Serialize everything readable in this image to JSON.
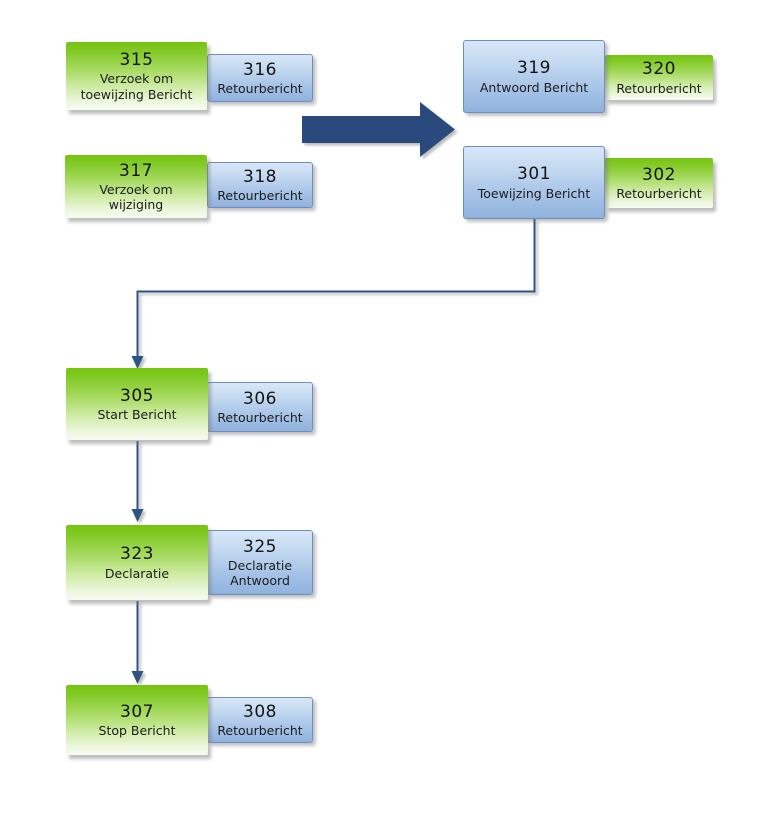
{
  "palette": {
    "green_top": "#75C40F",
    "green_bottom": "#F6FBF0",
    "blue_top": "#D9E7F7",
    "blue_bottom": "#8FB2DD",
    "blue_border": "#6D8EBF",
    "navy_arrow": "#2B4A7C",
    "connector_line": "#2F5285",
    "text_dark": "#141414"
  },
  "boxes": {
    "b315": {
      "number": "315",
      "line1": "Verzoek om",
      "line2": "toewijzing Bericht"
    },
    "b316": {
      "number": "316",
      "line1": "Retourbericht"
    },
    "b317": {
      "number": "317",
      "line1": "Verzoek om",
      "line2": "wijziging"
    },
    "b318": {
      "number": "318",
      "line1": "Retourbericht"
    },
    "b319": {
      "number": "319",
      "line1": "Antwoord Bericht"
    },
    "b320": {
      "number": "320",
      "line1": "Retourbericht"
    },
    "b301": {
      "number": "301",
      "line1": "Toewijzing Bericht"
    },
    "b302": {
      "number": "302",
      "line1": "Retourbericht"
    },
    "b305": {
      "number": "305",
      "line1": "Start Bericht"
    },
    "b306": {
      "number": "306",
      "line1": "Retourbericht"
    },
    "b323": {
      "number": "323",
      "line1": "Declaratie"
    },
    "b325": {
      "number": "325",
      "line1": "Declaratie",
      "line2": "Antwoord"
    },
    "b307": {
      "number": "307",
      "line1": "Stop Bericht"
    },
    "b308": {
      "number": "308",
      "line1": "Retourbericht"
    }
  }
}
